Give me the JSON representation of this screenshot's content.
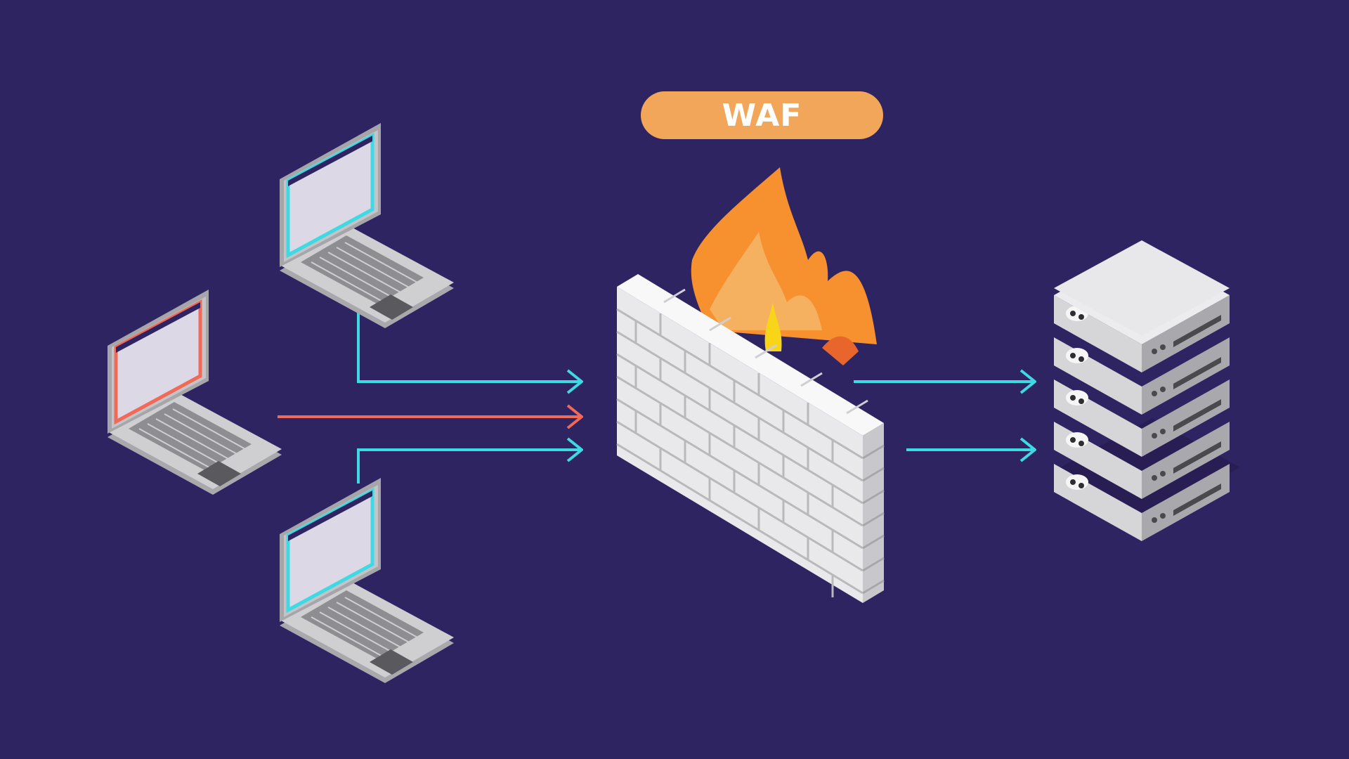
{
  "badge": {
    "label": "WAF",
    "color": "#f2a65a"
  },
  "colors": {
    "background": "#2f2462",
    "legit_connection": "#3fd9e3",
    "malicious_connection": "#f06a57",
    "flame_outer": "#f7902e",
    "flame_inner": "#f5b15f",
    "flame_core": "#f9d51a",
    "brick_face": "#eeeeee",
    "brick_mortar": "#b9b9bd",
    "device_body": "#c9c9cc"
  },
  "clients": [
    {
      "id": "laptop-top",
      "status": "legitimate",
      "accent": "#3fd9e3"
    },
    {
      "id": "laptop-middle",
      "status": "malicious",
      "accent": "#f06a57"
    },
    {
      "id": "laptop-bottom",
      "status": "legitimate",
      "accent": "#3fd9e3"
    }
  ],
  "firewall": {
    "icons": [
      "brick-wall-icon",
      "flame-icon"
    ]
  },
  "server": {
    "icon": "server-rack-icon",
    "units": 5
  },
  "connections": [
    {
      "from": "laptop-top",
      "to": "firewall",
      "status": "legitimate"
    },
    {
      "from": "laptop-middle",
      "to": "firewall",
      "status": "malicious"
    },
    {
      "from": "laptop-bottom",
      "to": "firewall",
      "status": "legitimate"
    },
    {
      "from": "firewall",
      "to": "server",
      "status": "legitimate"
    },
    {
      "from": "firewall",
      "to": "server",
      "status": "legitimate"
    }
  ]
}
